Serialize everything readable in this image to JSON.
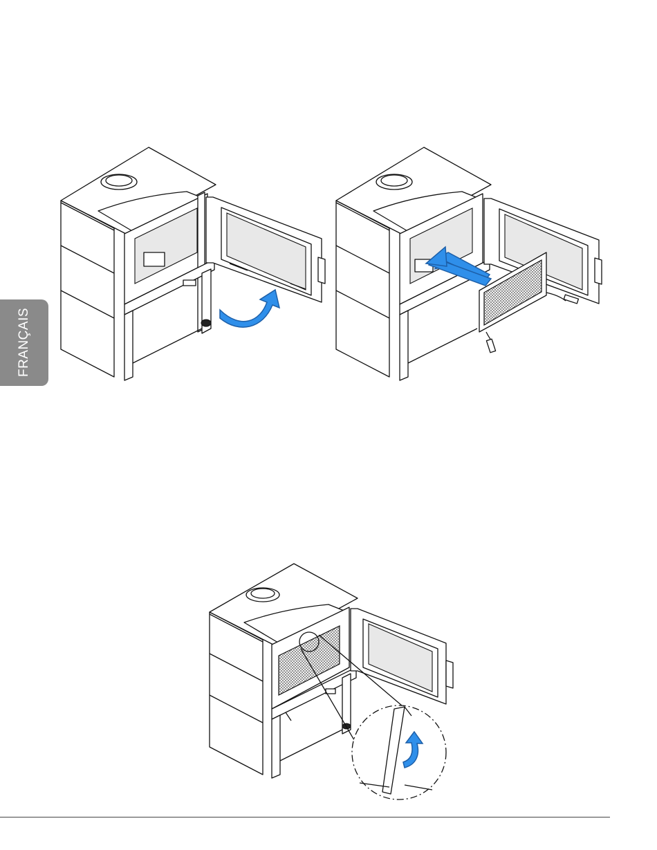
{
  "side_tab": {
    "label": "FRANÇAIS"
  },
  "figures": [
    {
      "id": "open-door",
      "icon": "curved-arrow-icon",
      "accent": "#2f8fea"
    },
    {
      "id": "insert-screen",
      "icon": "straight-arrow-icon",
      "accent": "#2f8fea"
    },
    {
      "id": "lock-screen",
      "icon": "up-arrow-icon",
      "accent": "#2f8fea"
    }
  ]
}
